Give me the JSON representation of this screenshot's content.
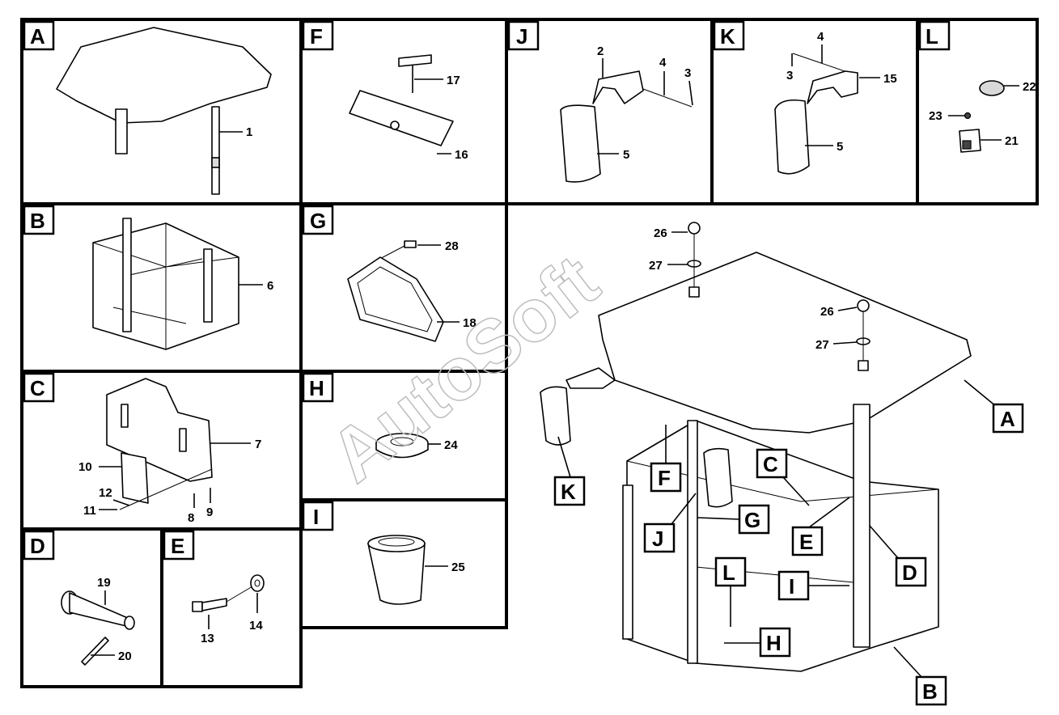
{
  "watermark": "AutoSoft",
  "panels": [
    {
      "id": "A",
      "parts": [
        "1"
      ]
    },
    {
      "id": "F",
      "parts": [
        "17",
        "16"
      ]
    },
    {
      "id": "J",
      "parts": [
        "2",
        "4",
        "3",
        "5"
      ]
    },
    {
      "id": "K",
      "parts": [
        "4",
        "3",
        "15",
        "5"
      ]
    },
    {
      "id": "L",
      "parts": [
        "22",
        "23",
        "21"
      ]
    },
    {
      "id": "B",
      "parts": [
        "6"
      ]
    },
    {
      "id": "G",
      "parts": [
        "28",
        "18"
      ]
    },
    {
      "id": "C",
      "parts": [
        "7",
        "10",
        "12",
        "11",
        "8",
        "9"
      ]
    },
    {
      "id": "H",
      "parts": [
        "24"
      ]
    },
    {
      "id": "I",
      "parts": [
        "25"
      ]
    },
    {
      "id": "D",
      "parts": [
        "19",
        "20"
      ]
    },
    {
      "id": "E",
      "parts": [
        "13",
        "14"
      ]
    }
  ],
  "main_view": {
    "part_labels": [
      "26",
      "27",
      "26",
      "27"
    ],
    "callouts": [
      "A",
      "K",
      "F",
      "C",
      "J",
      "G",
      "E",
      "D",
      "L",
      "I",
      "H",
      "B"
    ]
  }
}
